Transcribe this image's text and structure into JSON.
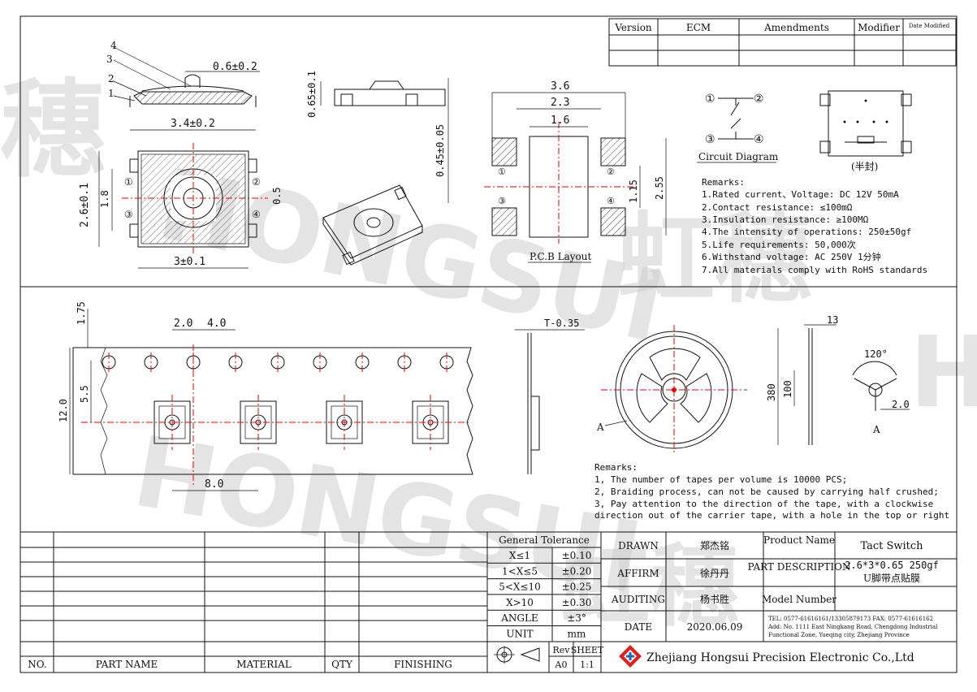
{
  "revision_table": {
    "headers": [
      "Version",
      "ECM",
      "Amendments",
      "Modifier",
      "Date Modified"
    ]
  },
  "top_view_dims": {
    "callouts": [
      "1",
      "2",
      "3",
      "4"
    ],
    "dim_stem": "0.6±0.2",
    "dim_width": "3.4±0.2",
    "dim_height": "0.65±0.1",
    "dim_total": "0.45±0.05",
    "dim_body_h": "2.6±0.1",
    "dim_pin_pitch": "1.8",
    "dim_05": "0.5",
    "dim_body_w": "3±0.1",
    "pins": [
      "①",
      "②",
      "③",
      "④"
    ]
  },
  "pcb_layout": {
    "title": "P.C.B Layout",
    "dims": [
      "3.6",
      "2.3",
      "1.6",
      "1.15",
      "2.55"
    ],
    "pins": [
      "①",
      "②",
      "③",
      "④"
    ]
  },
  "circuit": {
    "title": "Circuit Diagram",
    "pins": [
      "①",
      "②",
      "③",
      "④"
    ]
  },
  "half_seal_label": "(半封)",
  "remarks": {
    "title": "Remarks:",
    "lines": [
      "1.Rated current、Voltage: DC 12V 50mA",
      "2.Contact resistance: ≤100mΩ",
      "3.Insulation resistance: ≥100MΩ",
      "4.The intensity of operations: 250±50gf",
      "5.Life requirements: 50,000次",
      "6.Withstand voltage: AC 250V 1分钟",
      "7.All materials comply with RoHS standards"
    ]
  },
  "tape": {
    "dims": [
      "1.75",
      "2.0",
      "4.0",
      "5.5",
      "12.0",
      "8.0",
      "T-0.35",
      "13",
      "380",
      "100",
      "120°",
      "2.0",
      "A",
      "A"
    ]
  },
  "tape_remarks": {
    "title": "Remarks:",
    "lines": [
      "1, The number of tapes per volume is 10000 PCS;",
      "2, Braiding process, can not be caused by carrying half crushed;",
      "3, Pay attention to the direction of the tape, with a clockwise",
      "direction out of the carrier tape, with a hole in the top or right"
    ]
  },
  "title_block": {
    "col_headers": [
      "NO.",
      "PART NAME",
      "MATERIAL",
      "QTY",
      "FINISHING"
    ],
    "tolerance_title": "General Tolerance",
    "tolerance": [
      [
        "X≤1",
        "±0.10"
      ],
      [
        "1<X≤5",
        "±0.20"
      ],
      [
        "5<X≤10",
        "±0.25"
      ],
      [
        "X>10",
        "±0.30"
      ],
      [
        "ANGLE",
        "±3°"
      ],
      [
        "UNIT",
        "mm"
      ]
    ],
    "rev_label": "Rev",
    "rev_value": "A0",
    "sheet_label": "SHEET",
    "sheet_value": "1:1",
    "drawn_label": "DRAWN",
    "drawn_value": "郑杰铭",
    "affirm_label": "AFFIRM",
    "affirm_value": "徐丹丹",
    "auditing_label": "AUDITING",
    "auditing_value": "杨书胜",
    "date_label": "DATE",
    "date_value": "2020.06.09",
    "product_name_label": "Product Name",
    "product_name_value": "Tact Switch",
    "part_desc_label": "PART DESCRIPTION",
    "part_desc_value_1": "2.6*3*0.65 250gf",
    "part_desc_value_2": "U脚带点贴膜",
    "model_label": "Model Number",
    "contact_1": "TEL: 0577-61616161/13305879173  FAX: 0577-61616162",
    "contact_2": "Add: No. 1111 East Ningkang Road, Chengdong Industrial",
    "contact_3": "Functional Zone, Yueqing city, Zhejiang Province",
    "company": "Zhejiang Hongsui Precision Electronic Co.,Ltd"
  },
  "watermark": {
    "texts": [
      "穗",
      "HONGSUI",
      "虹穗",
      "HONGSUI",
      "虹穗",
      "H"
    ]
  }
}
